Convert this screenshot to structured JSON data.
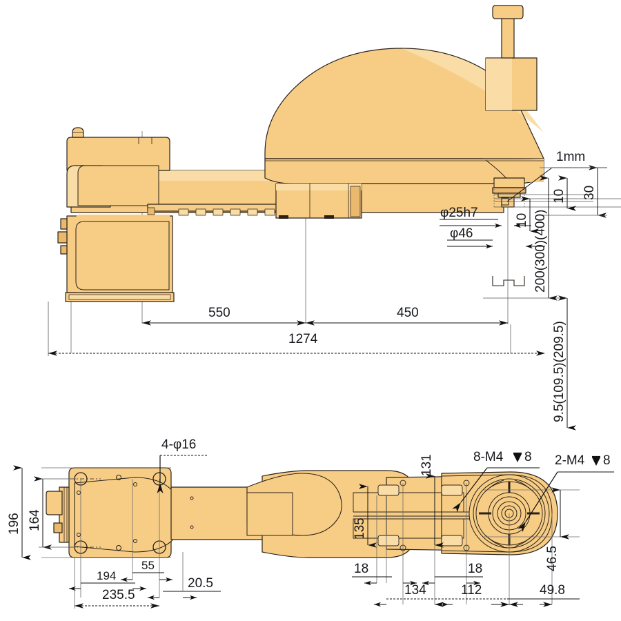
{
  "drawing": {
    "title": "SCARA robot dimensional drawing",
    "colors": {
      "body_fill": "#f7cd86",
      "body_fill_light": "#fadda6",
      "body_fill_shade": "#eab96e",
      "outline": "#2a2118",
      "dimension_line": "#111111",
      "text": "#16181c",
      "background": "#ffffff"
    },
    "views": [
      {
        "name": "side-view",
        "label": ""
      },
      {
        "name": "bottom-view",
        "label": ""
      }
    ]
  },
  "side_view": {
    "dimensions": {
      "note_1mm": "1mm",
      "shaft_tolerance": "φ25h7",
      "shaft_flange": "φ46",
      "small_10_left": "10",
      "small_10_mid": "10",
      "small_30": "30",
      "stroke": "200(300)(400)",
      "base_height": "9.5(109.5)(209.5)",
      "arm1": "550",
      "arm2": "450",
      "total_reach": "1274"
    }
  },
  "bottom_view": {
    "dimensions": {
      "width_outer": "196",
      "width_inner": "164",
      "hole_callout": "4-φ16",
      "offset_194": "194",
      "offset_55": "55",
      "offset_235_5": "235.5",
      "offset_20_5": "20.5",
      "dim_135": "135",
      "dim_131": "131",
      "tap_8_m4": "8-M4",
      "tap_8_m4_depth": "8",
      "tap_2_m4": "2-M4",
      "tap_2_m4_depth": "8",
      "dim_18_left": "18",
      "dim_18_right": "18",
      "dim_134": "134",
      "dim_112": "112",
      "dim_46_5": "46.5",
      "dim_49_8": "49.8"
    }
  }
}
